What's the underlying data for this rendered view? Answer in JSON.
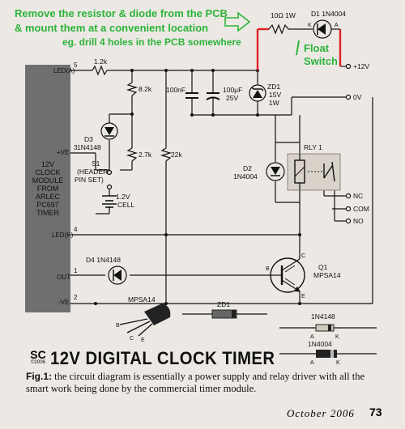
{
  "annotation": {
    "lines": [
      "Remove the resistor & diode from the PCB",
      "& mount them at a convenient location",
      "eg. drill 4 holes in the PCB somewhere"
    ],
    "float_switch": [
      "Float",
      "Switch"
    ]
  },
  "labels": {
    "r_top": "10Ω 1W",
    "d1": "D1 1N4004",
    "d1_k": "K",
    "d1_a": "A",
    "plus12v": "+12V",
    "zero_v": "0V",
    "r_1k2": "1.2k",
    "r_8k2": "8.2k",
    "r_2k7": "2.7k",
    "r_22k": "22k",
    "c_100nf": "100nF",
    "c_100uf": [
      "100μF",
      "25V"
    ],
    "zd1": [
      "ZD1",
      "15V",
      "1W"
    ],
    "d2": [
      "D2",
      "1N4004"
    ],
    "rly": "RLY 1",
    "nc": "NC",
    "com": "COM",
    "no": "NO",
    "d3": [
      "D3",
      "1N4148"
    ],
    "s1": [
      "S1",
      "(HEADER",
      "PIN SET)"
    ],
    "cell": [
      "1.2V",
      "CELL"
    ],
    "d4": "D4 1N4148",
    "q1": [
      "Q1",
      "MPSA14"
    ],
    "q1_pins": [
      "B",
      "C",
      "E"
    ],
    "module_text": [
      "12V",
      "CLOCK",
      "MODULE",
      "FROM",
      "ARLEC",
      "PC697",
      "TIMER"
    ],
    "module_pins": [
      "LED(A)",
      "+VE",
      "LED(K)",
      "OUT",
      "-VE"
    ],
    "pin_nums": [
      "5",
      "3",
      "4",
      "1",
      "2"
    ],
    "parts": {
      "mpsa14": "MPSA14",
      "mpsa_pins": [
        "B",
        "C",
        "E"
      ],
      "zd1": "ZD1",
      "in4148": "1N4148",
      "in4004": "1N4004",
      "ak": [
        "A",
        "K"
      ]
    }
  },
  "logo": {
    "text": "SC",
    "year": "©2006"
  },
  "title": "12V DIGITAL CLOCK TIMER",
  "caption": {
    "label": "Fig.1:",
    "text": " the circuit diagram is essentially a power supply and relay driver with all the smart work being done by the commercial timer module."
  },
  "footer": {
    "month": "October 2006",
    "page": "73"
  },
  "colors": {
    "annotation": "#2db33a",
    "modified_wire": "#e21f26",
    "background": "#ece9e4",
    "module": "#6f6f6f"
  }
}
